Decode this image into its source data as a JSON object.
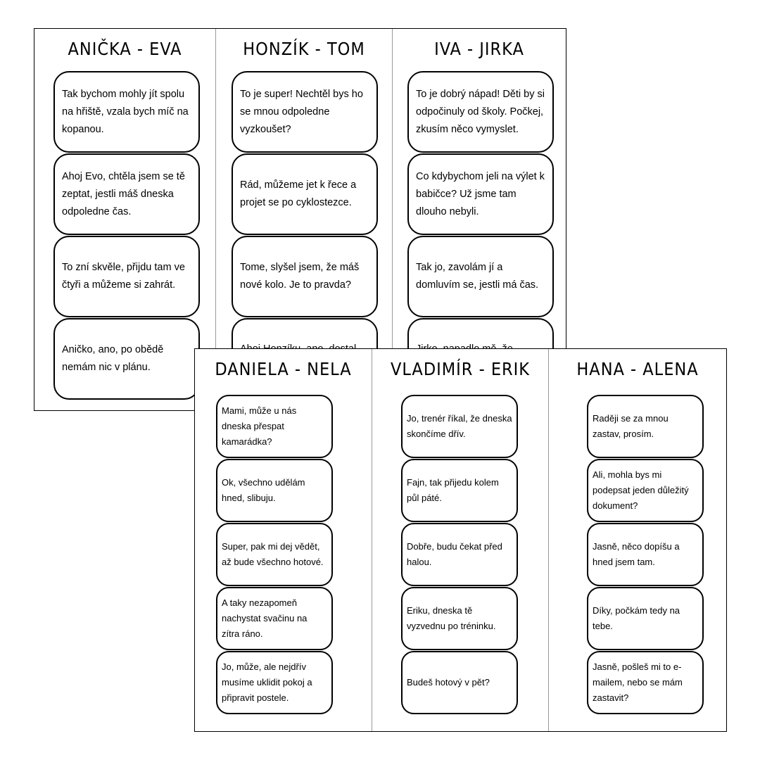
{
  "sheets": [
    {
      "columns": [
        {
          "title": "ANIČKA - EVA",
          "cards": [
            "Tak bychom mohly jít spolu na hřiště, vzala bych míč na kopanou.",
            "Ahoj Evo, chtěla jsem se tě zeptat, jestli máš dneska odpoledne čas.",
            "To zní skvěle, přijdu tam ve čtyři a můžeme si zahrát.",
            "Aničko, ano, po obědě nemám nic v plánu."
          ]
        },
        {
          "title": "HONZÍK - TOM",
          "cards": [
            "To je super! Nechtěl bys ho se mnou odpoledne vyzkoušet?",
            "Rád, můžeme jet k řece a projet se po cyklostezce.",
            "Tome, slyšel jsem, že máš nové kolo. Je to pravda?",
            "Ahoj Honzíku, ano, dostal"
          ]
        },
        {
          "title": "IVA - JIRKA",
          "cards": [
            "To je dobrý nápad! Děti by si odpočinuly od školy. Počkej, zkusím něco vymyslet.",
            "Co kdybychom jeli na výlet k babičce? Už jsme tam dlouho nebyli.",
            "Tak jo, zavolám jí a domluvím se, jestli má čas.",
            "Jirko, napadlo mě, že bychom"
          ]
        }
      ]
    },
    {
      "columns": [
        {
          "title": "DANIELA - NELA",
          "cards": [
            "Mami, může u nás dneska přespat kamarádka?",
            "Ok, všechno udělám hned, slibuju.",
            "Super, pak mi dej vědět, až bude všechno hotové.",
            "A taky nezapomeň nachystat svačinu na zítra ráno.",
            "Jo, může, ale nejdřív musíme uklidit pokoj a připravit postele."
          ]
        },
        {
          "title": "VLADIMÍR - ERIK",
          "cards": [
            "Jo, trenér říkal, že dneska skončíme dřív.",
            "Fajn, tak přijedu kolem půl páté.",
            "Dobře, budu čekat před halou.",
            "Eriku, dneska tě vyzvednu po tréninku.",
            "Budeš hotový v pět?"
          ]
        },
        {
          "title": "HANA - ALENA",
          "cards": [
            "Raději se za mnou zastav, prosím.",
            "Ali, mohla bys mi podepsat jeden důležitý dokument?",
            "Jasně, něco dopíšu a hned jsem tam.",
            "Díky, počkám tedy na tebe.",
            "Jasně, pošleš mi to e-mailem, nebo se mám zastavit?"
          ]
        }
      ]
    }
  ]
}
